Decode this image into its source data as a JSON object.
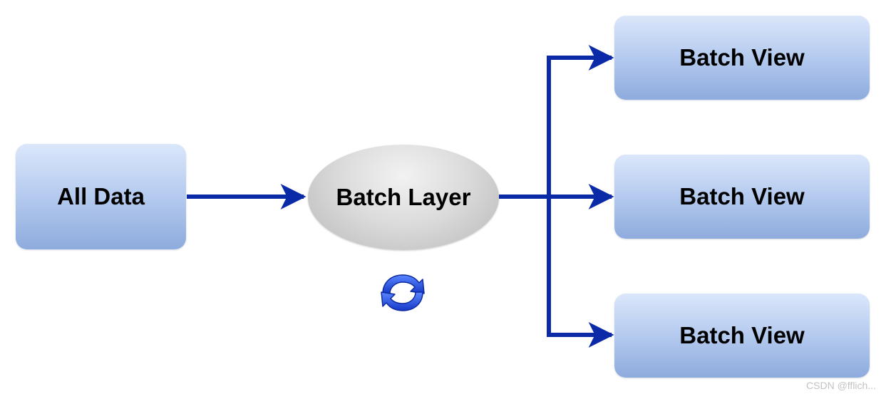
{
  "nodes": {
    "source": {
      "label": "All Data"
    },
    "process": {
      "label": "Batch Layer"
    },
    "outputs": [
      {
        "label": "Batch View"
      },
      {
        "label": "Batch View"
      },
      {
        "label": "Batch View"
      }
    ]
  },
  "icons": {
    "process_icon": "refresh-icon"
  },
  "colors": {
    "connector": "#0a2aa8",
    "box_top": "#dbe7fa",
    "box_bottom": "#8eabdd",
    "ellipse": "#c8c8c8",
    "refresh_icon": "#1f4fe0"
  },
  "watermark": "CSDN @fflich..."
}
